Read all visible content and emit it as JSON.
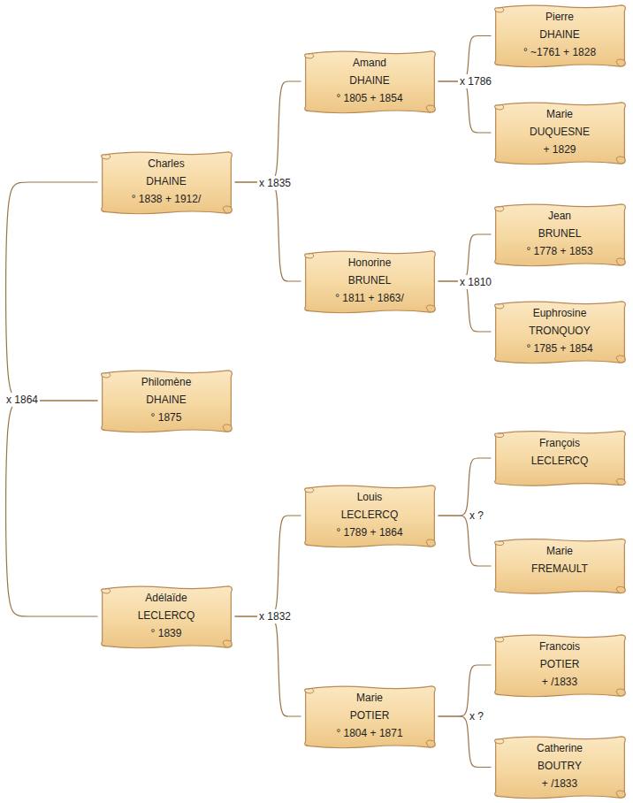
{
  "diagram": {
    "nodes": [
      {
        "text": [
          "Pierre",
          "DHAINE",
          "° ~1761 + 1828"
        ]
      },
      {
        "text": [
          "Amand",
          "DHAINE",
          "° 1805 + 1854"
        ]
      },
      {
        "text": [
          "Marie",
          "DUQUESNE",
          "+ 1829"
        ]
      },
      {
        "text": [
          "Charles",
          "DHAINE",
          "° 1838 + 1912/"
        ]
      },
      {
        "text": [
          "Jean",
          "BRUNEL",
          "° 1778 + 1853"
        ]
      },
      {
        "text": [
          "Honorine",
          "BRUNEL",
          "° 1811 + 1863/"
        ]
      },
      {
        "text": [
          "Euphrosine",
          "TRONQUOY",
          "° 1785 + 1854"
        ]
      },
      {
        "text": [
          "Philomène",
          "DHAINE",
          "° 1875"
        ]
      },
      {
        "text": [
          "François",
          "LECLERCQ"
        ]
      },
      {
        "text": [
          "Louis",
          "LECLERCQ",
          "° 1789 + 1864"
        ]
      },
      {
        "text": [
          "Marie",
          "FREMAULT"
        ]
      },
      {
        "text": [
          "Adélaïde",
          "LECLERCQ",
          "° 1839"
        ]
      },
      {
        "text": [
          "Francois",
          "POTIER",
          "+ /1833"
        ]
      },
      {
        "text": [
          "Marie",
          "POTIER",
          "° 1804 + 1871"
        ]
      },
      {
        "text": [
          "Catherine",
          "BOUTRY",
          "+ /1833"
        ]
      }
    ],
    "edges": [
      {
        "from": 7,
        "to": 3,
        "arrow": "none"
      },
      {
        "from": 7,
        "to": 11,
        "arrow": "none"
      },
      {
        "from": 3,
        "to": 1,
        "arrow": "none"
      },
      {
        "from": 3,
        "to": 5,
        "arrow": "none"
      },
      {
        "from": 1,
        "to": 0,
        "arrow": "none"
      },
      {
        "from": 1,
        "to": 2,
        "arrow": "none"
      },
      {
        "from": 5,
        "to": 4,
        "arrow": "none"
      },
      {
        "from": 5,
        "to": 6,
        "arrow": "none"
      },
      {
        "from": 11,
        "to": 9,
        "arrow": "none"
      },
      {
        "from": 11,
        "to": 13,
        "arrow": "none"
      },
      {
        "from": 9,
        "to": 8,
        "arrow": "none"
      },
      {
        "from": 9,
        "to": 10,
        "arrow": "none"
      },
      {
        "from": 13,
        "to": 12,
        "arrow": "none"
      },
      {
        "from": 13,
        "to": 14,
        "arrow": "none"
      }
    ],
    "labels": [
      "x 1864",
      "x 1835",
      "x 1786",
      "x 1810",
      "x 1832",
      "x ?",
      "x ?"
    ]
  }
}
